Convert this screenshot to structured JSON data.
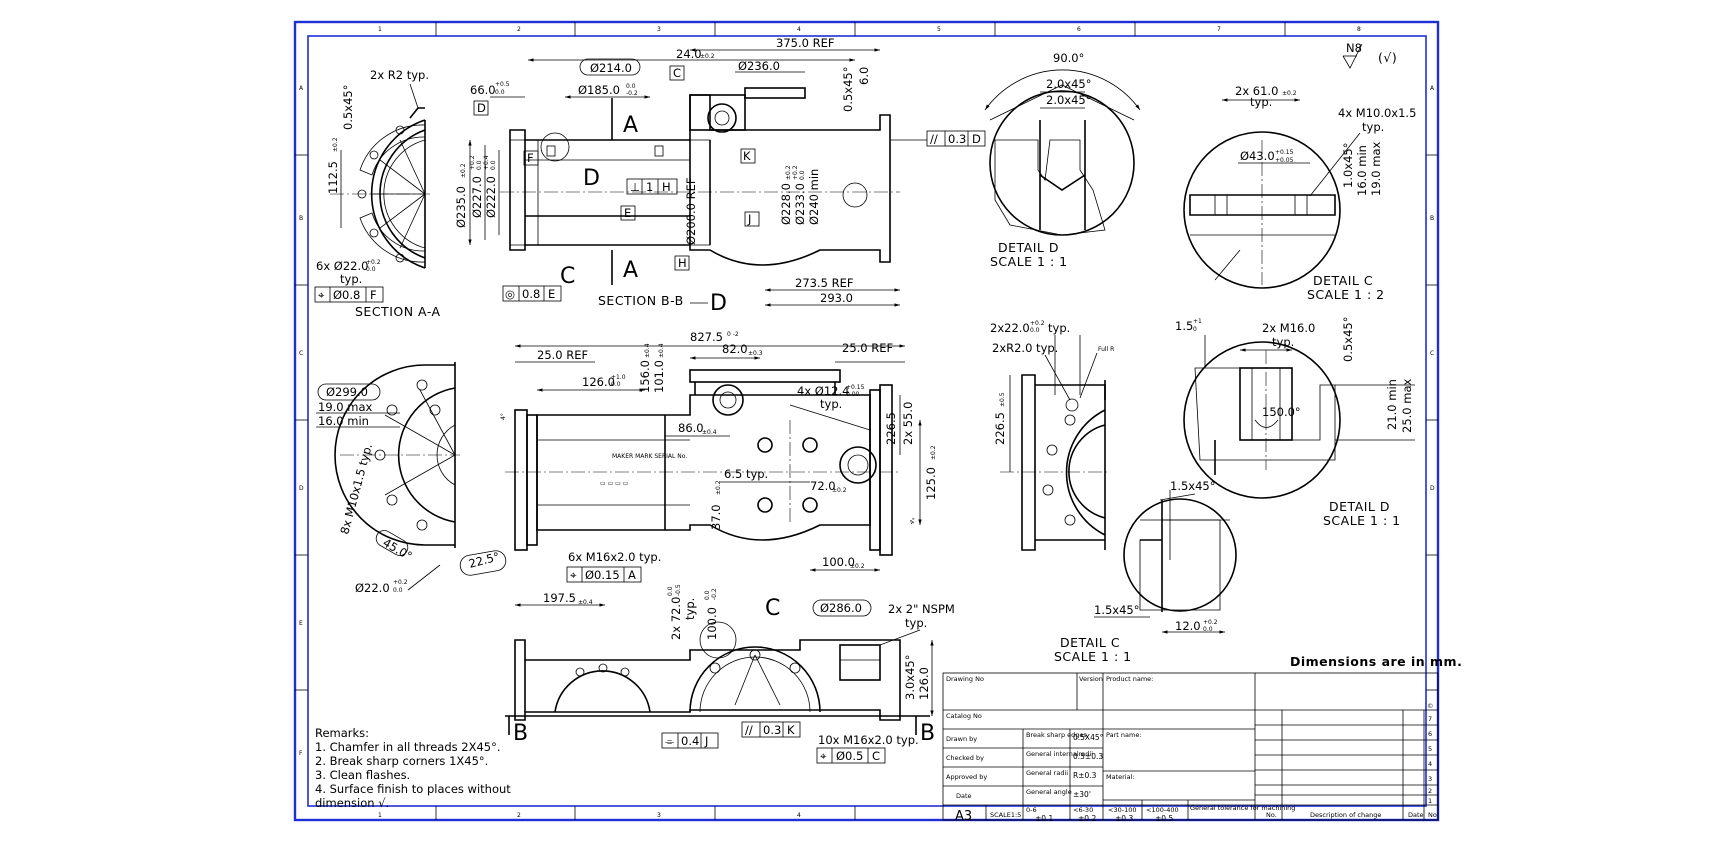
{
  "sheet": {
    "top_zones": [
      "1",
      "2",
      "3",
      "4",
      "5",
      "6",
      "7",
      "8"
    ],
    "side_zones": [
      "A",
      "B",
      "C",
      "D",
      "E",
      "F"
    ],
    "surface_finish": "N8",
    "surface_finish_general": "(√)"
  },
  "section_aa": {
    "title": "SECTION A-A",
    "note_r2": "2x R2 typ.",
    "chamfer": "0.5x45°",
    "dim_1125": "112.5",
    "tol_1125": "±0.2",
    "holes": "6x Ø22.0",
    "holes_tol_up": "+0.2",
    "holes_tol_dn": "0.0",
    "holes_typ": "typ.",
    "gdt_sym": "⌖",
    "gdt_val": "Ø0.8",
    "gdt_ref": "F"
  },
  "section_bb": {
    "title": "SECTION B-B",
    "ref_375": "375.0 REF",
    "d214": "Ø214.0",
    "d185": "Ø185.0",
    "d185_up": "0.0",
    "d185_dn": "-0.2",
    "dim_24": "24.0",
    "dim_24_tol": "±0.2",
    "d236": "Ø236.0",
    "chamfer": "0.5x45°",
    "dim_6": "6.0",
    "dim_66": "66.0",
    "dim_66_up": "+0.5",
    "dim_66_dn": "0.0",
    "datum_c": "C",
    "datum_d": "D",
    "datum_e": "E",
    "datum_f": "F",
    "datum_h": "H",
    "datum_j": "J",
    "datum_k": "K",
    "d235": "Ø235.0",
    "d227": "Ø227.0",
    "d222": "Ø222.0",
    "d235_tol": "±0.2",
    "d227_up": "+0.2",
    "d227_dn": "0.0",
    "d222_up": "+0.4",
    "d222_dn": "0.0",
    "d200_ref": "Ø200.0 REF",
    "d228": "Ø228.0",
    "d233": "Ø233.0",
    "d240": "Ø240 min",
    "d228_tol": "±0.2",
    "d233_up": "+0.2",
    "d233_dn": "0.0",
    "ref_2735": "273.5 REF",
    "dim_293": "293.0",
    "par_sym": "//",
    "par_val": "0.3",
    "par_ref": "D",
    "conc_sym": "◎",
    "conc_val": "0.8",
    "conc_ref": "E",
    "perp_sym": "⊥",
    "perp_val": "1",
    "perp_ref": "H",
    "cut_a": "A",
    "cut_c": "C",
    "cut_d": "D"
  },
  "detail_d1": {
    "angle": "90.0°",
    "ch1": "2.0x45°",
    "ch2": "2.0x45°",
    "title": "DETAIL D",
    "scale": "SCALE 1 : 1"
  },
  "detail_c1": {
    "holes": "2x 61.0",
    "holes_tol": "±0.2",
    "typ": "typ.",
    "thread": "4x M10.0x1.5",
    "thread_typ": "typ.",
    "d43": "Ø43.0",
    "d43_up": "+0.15",
    "d43_dn": "+0.05",
    "ch": "1.0x45°",
    "min16": "16.0 min",
    "max19": "19.0 max",
    "title": "DETAIL C",
    "scale": "SCALE 1 : 2"
  },
  "main_view": {
    "overall": "827.5",
    "overall_tol": "0\n-2",
    "ref25a": "25.0 REF",
    "ref25b": "25.0 REF",
    "dim82": "82.0",
    "dim82_tol": "±0.3",
    "dim126": "126.0",
    "dim126_up": "+1.0",
    "dim126_dn": "0.0",
    "dim156": "156.0",
    "dim156_tol": "±0.4",
    "dim101": "101.0",
    "dim101_tol": "±0.4",
    "holes4": "4x Ø12.4",
    "holes4_up": "+0.15",
    "holes4_dn": "0.00",
    "holes4_typ": "typ.",
    "dim86": "86.0",
    "dim86_tol": "±0.4",
    "dim65": "6.5 typ.",
    "dim72": "72.0",
    "dim72_tol": "±0.2",
    "dim37": "37.0",
    "dim37_tol": "±0.2",
    "dim2265": "226.5",
    "dim2265_tol": "±0.5",
    "dim2x55": "2x 55.0",
    "dim125": "125.0",
    "dim125_tol": "±0.2",
    "dim100": "100.0",
    "dim100_tol": "±0.2",
    "thread6": "6x M16x2.0 typ.",
    "pos_sym": "⌖",
    "pos_val": "Ø0.15",
    "pos_ref": "A",
    "flat_a": "4°",
    "flat_b": "4°",
    "engraving": "MAKER MARK\nSERIAL No."
  },
  "left_end_view": {
    "d299": "Ø299.0",
    "max19": "19.0 max",
    "min16": "16.0 min",
    "thread8": "8x M10x1.5 typ.",
    "angle45": "45.0°",
    "angle225": "22.5°",
    "d22": "Ø22.0",
    "d22_up": "+0.2",
    "d22_dn": "0.0"
  },
  "right_end_view": {
    "dim2x22": "2x22.0",
    "dim2x22_up": "+0.2",
    "dim2x22_dn": "0.0",
    "typ": "typ.",
    "r2": "2xR2.0 typ.",
    "full_r": "Full R",
    "dim2265": "226.5",
    "dim2265_tol": "±0.5"
  },
  "detail_d2": {
    "dim15": "1.5",
    "dim15_up": "+1",
    "dim15_dn": "0",
    "thread": "2x M16.0",
    "typ": "typ.",
    "ch": "0.5x45°",
    "angle": "150.0°",
    "min21": "21.0 min",
    "max25": "25.0 max",
    "title": "DETAIL D",
    "scale": "SCALE 1 : 1"
  },
  "detail_c2": {
    "ch_top": "1.5x45°",
    "ch_bot": "1.5x45°",
    "dim12": "12.0",
    "dim12_up": "+0.2",
    "dim12_dn": "0.0",
    "title": "DETAIL C",
    "scale": "SCALE 1 : 1"
  },
  "bottom_view": {
    "dim1975": "197.5",
    "dim1975_tol": "±0.4",
    "cut_c": "C",
    "d286": "Ø286.0",
    "nspm": "2x 2\" NSPM",
    "nspm_typ": "typ.",
    "dim2x72": "2x 72.0",
    "dim2x72_up": "0.0",
    "dim2x72_dn": "-0.5",
    "dim2x72_typ": "typ.",
    "dim100": "100.0",
    "dim100_up": "0.0",
    "dim100_dn": "-0.2",
    "ch": "3.0x45°",
    "dim126": "126.0",
    "flat_sym": "⌯",
    "flat_val": "0.4",
    "flat_ref": "J",
    "par_sym": "//",
    "par_val": "0.3",
    "par_ref": "K",
    "thread10": "10x M16x2.0 typ.",
    "pos_sym": "⌖",
    "pos_val": "Ø0.5",
    "pos_ref": "C",
    "cut_b1": "B",
    "cut_b2": "B"
  },
  "remarks": {
    "title": "Remarks:",
    "items": [
      "1. Chamfer in all threads 2X45°.",
      "2. Break sharp corners 1X45°.",
      "3. Clean flashes.",
      "4. Surface finish to places without",
      "    dimension √."
    ]
  },
  "title_block": {
    "dims_note": "Dimensions are in mm.",
    "drawing_no": "Drawing No",
    "version": "Version",
    "product_name": "Product name:",
    "catalog_no": "Catalog No",
    "drawn_by": "Drawn by",
    "checked_by": "Checked by",
    "approved_by": "Approved by",
    "date": "Date",
    "part_name": "Part name:",
    "material": "Material:",
    "break_sharp": "Break sharp edges",
    "break_sharp_val": "0.5X45°",
    "gen_chamfer": "General internalradii",
    "gen_chamfer_val": "0.5±0.3",
    "gen_radii": "General radii",
    "gen_radii_val": "R±0.3",
    "gen_angle": "General angle",
    "gen_angle_val": "±30'",
    "size": "A3",
    "scale": "SCALE1:5",
    "tol_ranges": [
      "0-6",
      "<6-30",
      "<30-100",
      "<100-400"
    ],
    "tol_values": [
      "±0.1",
      "±0.2",
      "±0.3",
      "±0.5"
    ],
    "gen_tol": "General tolerance for machining",
    "rev_no": "No.",
    "rev_desc": "Description of change",
    "rev_date": "Date",
    "rev_no2": "No.",
    "rev_rows": [
      "1",
      "2",
      "3",
      "4",
      "5",
      "6",
      "7"
    ],
    "corner_sym": "©"
  },
  "colors": {
    "frame": "#1f2fd6",
    "ink": "#000000",
    "background": "#ffffff"
  }
}
